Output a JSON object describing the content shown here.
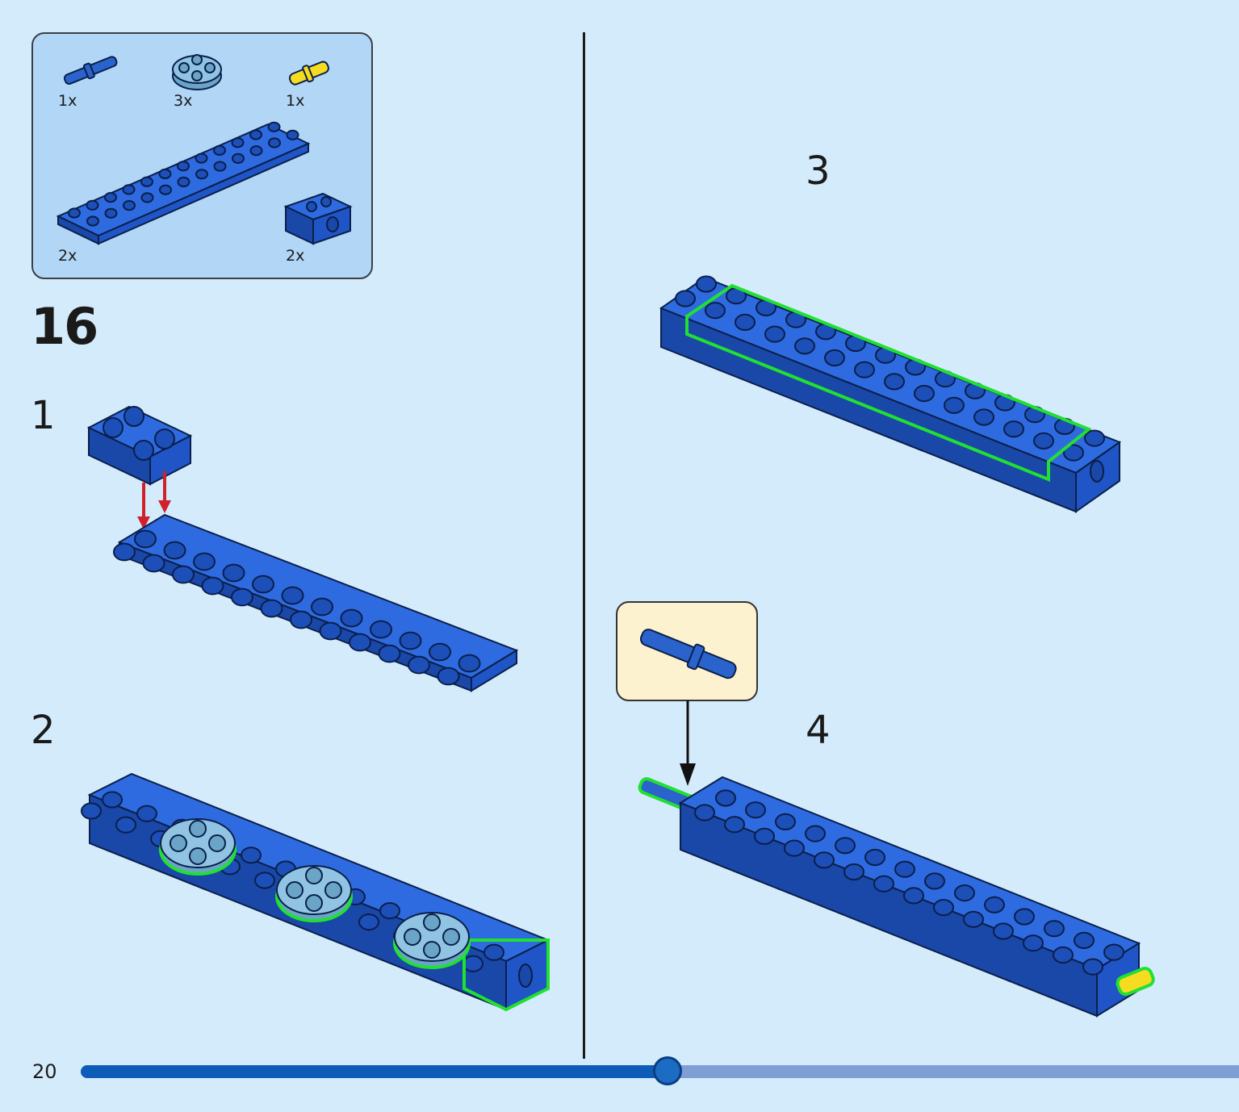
{
  "page": {
    "number": "20",
    "progress": 0.506
  },
  "step_group": "16",
  "parts_list": [
    {
      "name": "blue-axle-pin",
      "qty": "1x"
    },
    {
      "name": "light-blue-round-plate",
      "qty": "3x"
    },
    {
      "name": "yellow-pin",
      "qty": "1x"
    },
    {
      "name": "blue-plate-2x12",
      "qty": "2x"
    },
    {
      "name": "blue-technic-brick-with-hole",
      "qty": "2x"
    }
  ],
  "steps": [
    {
      "number": "1"
    },
    {
      "number": "2"
    },
    {
      "number": "3"
    },
    {
      "number": "4"
    }
  ],
  "colors": {
    "background": "#d4ebfb",
    "brick_blue": "#1f55c6",
    "highlight_green": "#22e032",
    "arrow_red": "#d0202a",
    "callout_bg": "#fdf2cf",
    "progress_fill": "#0d5db8",
    "progress_track": "#7f9fd4"
  }
}
